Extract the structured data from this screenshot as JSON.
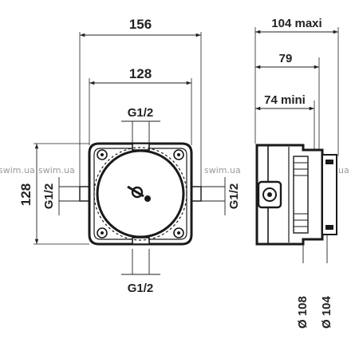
{
  "front_view": {
    "width_overall": "156",
    "width_inner": "128",
    "height": "128",
    "thread_top": "G1/2",
    "thread_bottom": "G1/2",
    "thread_left": "G1/2",
    "thread_right": "G1/2"
  },
  "side_view": {
    "depth_max": "104 maxi",
    "depth_mid": "79",
    "depth_min": "74 mini",
    "diameter_1": "Ø 108",
    "diameter_2": "Ø 104"
  },
  "watermark": "swim.ua"
}
